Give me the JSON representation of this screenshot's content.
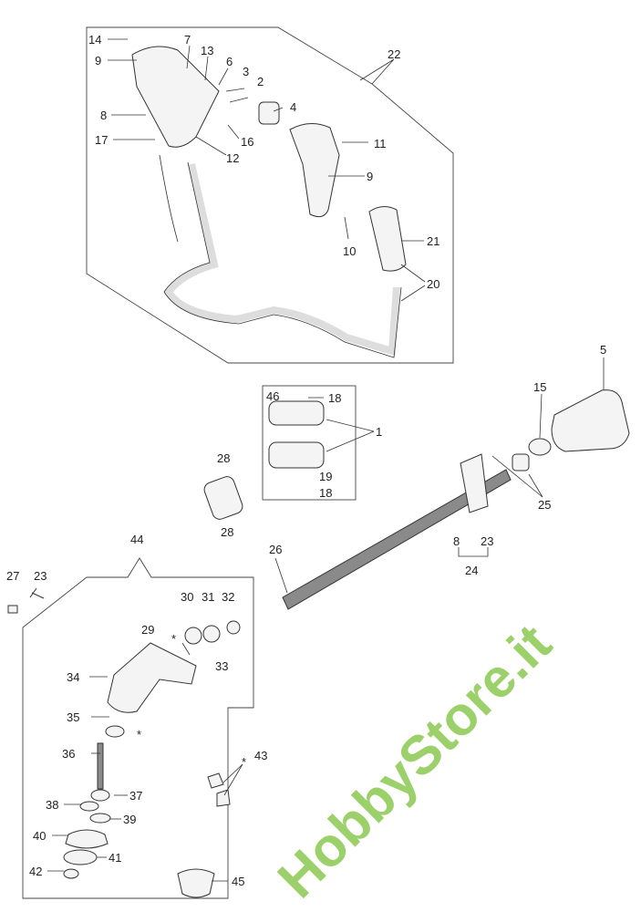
{
  "diagram": {
    "watermark": "HobbyStore.it",
    "callouts": [
      "14",
      "7",
      "13",
      "6",
      "3",
      "2",
      "9",
      "8",
      "17",
      "4",
      "16",
      "12",
      "22",
      "11",
      "9",
      "10",
      "21",
      "20",
      "5",
      "15",
      "46",
      "18",
      "1",
      "19",
      "18",
      "28",
      "28",
      "25",
      "8",
      "23",
      "24",
      "26",
      "27",
      "23",
      "44",
      "30",
      "31",
      "32",
      "33",
      "29",
      "*",
      "34",
      "35",
      "*",
      "36",
      "37",
      "38",
      "39",
      "40",
      "41",
      "42",
      "*",
      "43",
      "45"
    ]
  }
}
